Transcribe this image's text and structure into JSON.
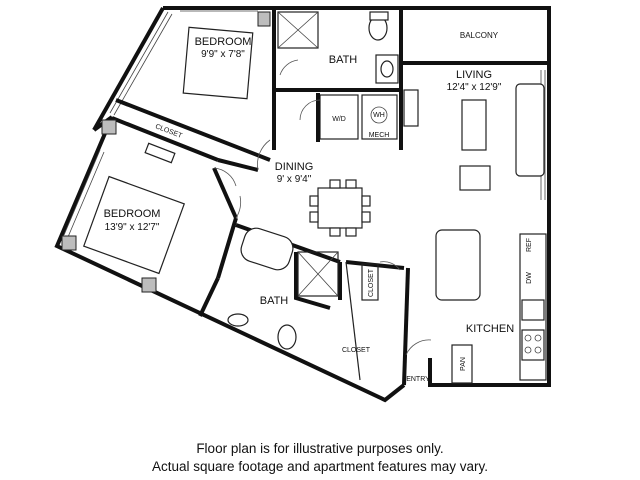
{
  "rooms": {
    "bedroom1": {
      "label": "BEDROOM",
      "dims": "9'9\" x 7'8\""
    },
    "bedroom2": {
      "label": "BEDROOM",
      "dims": "13'9\" x 12'7\""
    },
    "bath1": {
      "label": "BATH"
    },
    "bath2": {
      "label": "BATH"
    },
    "living": {
      "label": "LIVING",
      "dims": "12'4\" x 12'9\""
    },
    "dining": {
      "label": "DINING",
      "dims": "9' x 9'4\""
    },
    "kitchen": {
      "label": "KITCHEN"
    },
    "balcony": {
      "label": "BALCONY"
    },
    "closet_bedroom": {
      "label": "CLOSET"
    },
    "closet_entry_small": {
      "label": "CLOSET"
    },
    "closet_entry": {
      "label": "CLOSET"
    },
    "mech": {
      "label": "MECH"
    },
    "pantry": {
      "label": "PAN"
    },
    "entry": {
      "label": "ENTRY"
    }
  },
  "fixtures": {
    "washer_dryer": "W/D",
    "water_heater": "WH",
    "refrigerator": "REF",
    "dishwasher": "DW"
  },
  "disclaimer": {
    "line1": "Floor plan is for illustrative purposes only.",
    "line2": "Actual square footage and apartment features may vary."
  }
}
